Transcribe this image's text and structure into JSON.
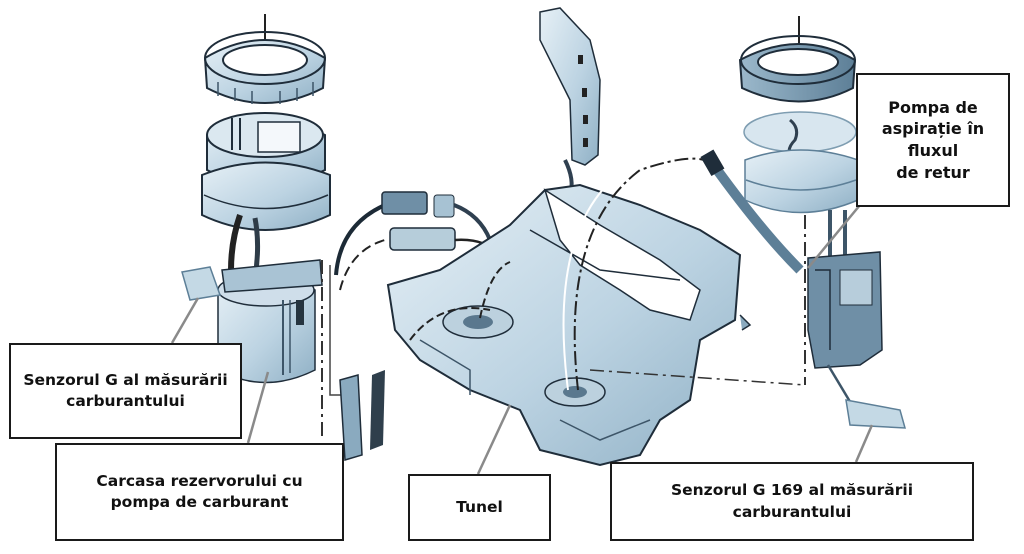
{
  "diagram": {
    "subject": "Fuel tank assembly with pumps and fuel level sensors",
    "colors": {
      "part_fill": "#c9dce8",
      "part_dark": "#6f8fa6",
      "outline": "#1f2d3a",
      "leader_line": "#8a8a8a",
      "label_border": "#1a1a1a"
    },
    "labels": {
      "pompa": [
        "Pompa de",
        "aspirație în",
        "fluxul",
        "de retur"
      ],
      "senzor_g": [
        "Senzorul G al măsurării",
        "carburantului"
      ],
      "carcasa": [
        "Carcasa rezervorului cu",
        "pompa de carburant"
      ],
      "tunel": [
        "Tunel"
      ],
      "senzor_g169": [
        "Senzorul G 169 al măsurării",
        "carburantului"
      ]
    },
    "parts": [
      "left-lock-ring",
      "left-flange",
      "left-pump-housing",
      "left-float-sensor",
      "tank",
      "filler-neck",
      "connectors",
      "right-lock-ring",
      "right-flange",
      "suction-jet-pump",
      "right-float-sensor"
    ]
  }
}
